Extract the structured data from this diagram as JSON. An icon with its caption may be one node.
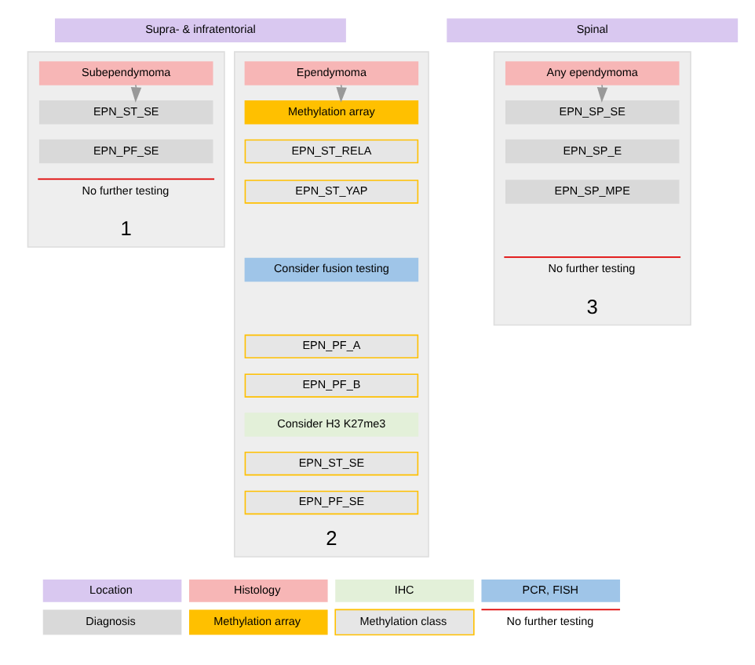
{
  "diagram": {
    "nodes": [
      {
        "text": [
          "Supra- & infratentorial"
        ]
      },
      {
        "text": [
          "Spinal"
        ]
      },
      {
        "text": [
          "1"
        ]
      },
      {
        "text": [
          "Subependymoma"
        ],
        "in": 2
      },
      {
        "text": [
          "EPN_ST_SE"
        ],
        "in": 2
      },
      {
        "text": [
          "EPN_PF_SE"
        ],
        "in": 2
      },
      {
        "text": [
          "No further testing"
        ],
        "in": 2
      },
      {
        "text": [
          "2"
        ]
      },
      {
        "text": [
          "Ependymoma"
        ],
        "in": 7
      },
      {
        "text": [
          "Methylation array"
        ],
        "in": 7
      },
      {
        "text": [
          "EPN_ST_RELA"
        ],
        "in": 7
      },
      {
        "text": [
          "EPN_ST_YAP"
        ],
        "in": 7
      },
      {
        "text": [
          "Consider fusion testing"
        ],
        "in": 7
      },
      {
        "text": [
          "EPN_PF_A"
        ],
        "in": 7
      },
      {
        "text": [
          "EPN_PF_B"
        ],
        "in": 7
      },
      {
        "text": [
          "Consider H3 K27me3"
        ],
        "in": 7
      },
      {
        "text": [
          "EPN_ST_SE"
        ],
        "in": 7
      },
      {
        "text": [
          "EPN_PF_SE"
        ],
        "in": 7
      },
      {
        "text": [
          "3"
        ]
      },
      {
        "text": [
          "Any ependymoma"
        ],
        "in": 18
      },
      {
        "text": [
          "EPN_SP_SE"
        ],
        "in": 18
      },
      {
        "text": [
          "EPN_SP_E"
        ],
        "in": 18
      },
      {
        "text": [
          "EPN_SP_MPE"
        ],
        "in": 18
      },
      {
        "text": [
          "No further testing"
        ],
        "in": 18
      }
    ],
    "edges": [
      {
        "from": 3,
        "to": 4,
        "arrow": "to"
      },
      {
        "from": 8,
        "to": 9,
        "arrow": "to"
      },
      {
        "from": 19,
        "to": 20,
        "arrow": "to"
      }
    ],
    "legend": [
      {
        "text": "Location",
        "color": "#d9c8f0"
      },
      {
        "text": "Histology",
        "color": "#f7b6b6"
      },
      {
        "text": "IHC",
        "color": "#e3f0d9"
      },
      {
        "text": "PCR, FISH",
        "color": "#9fc5e8"
      },
      {
        "text": "Diagnosis",
        "color": "#d9d9d9"
      },
      {
        "text": "Methylation array",
        "color": "#ffc000"
      },
      {
        "text": "Methylation class"
      },
      {
        "text": "No further testing"
      }
    ]
  }
}
